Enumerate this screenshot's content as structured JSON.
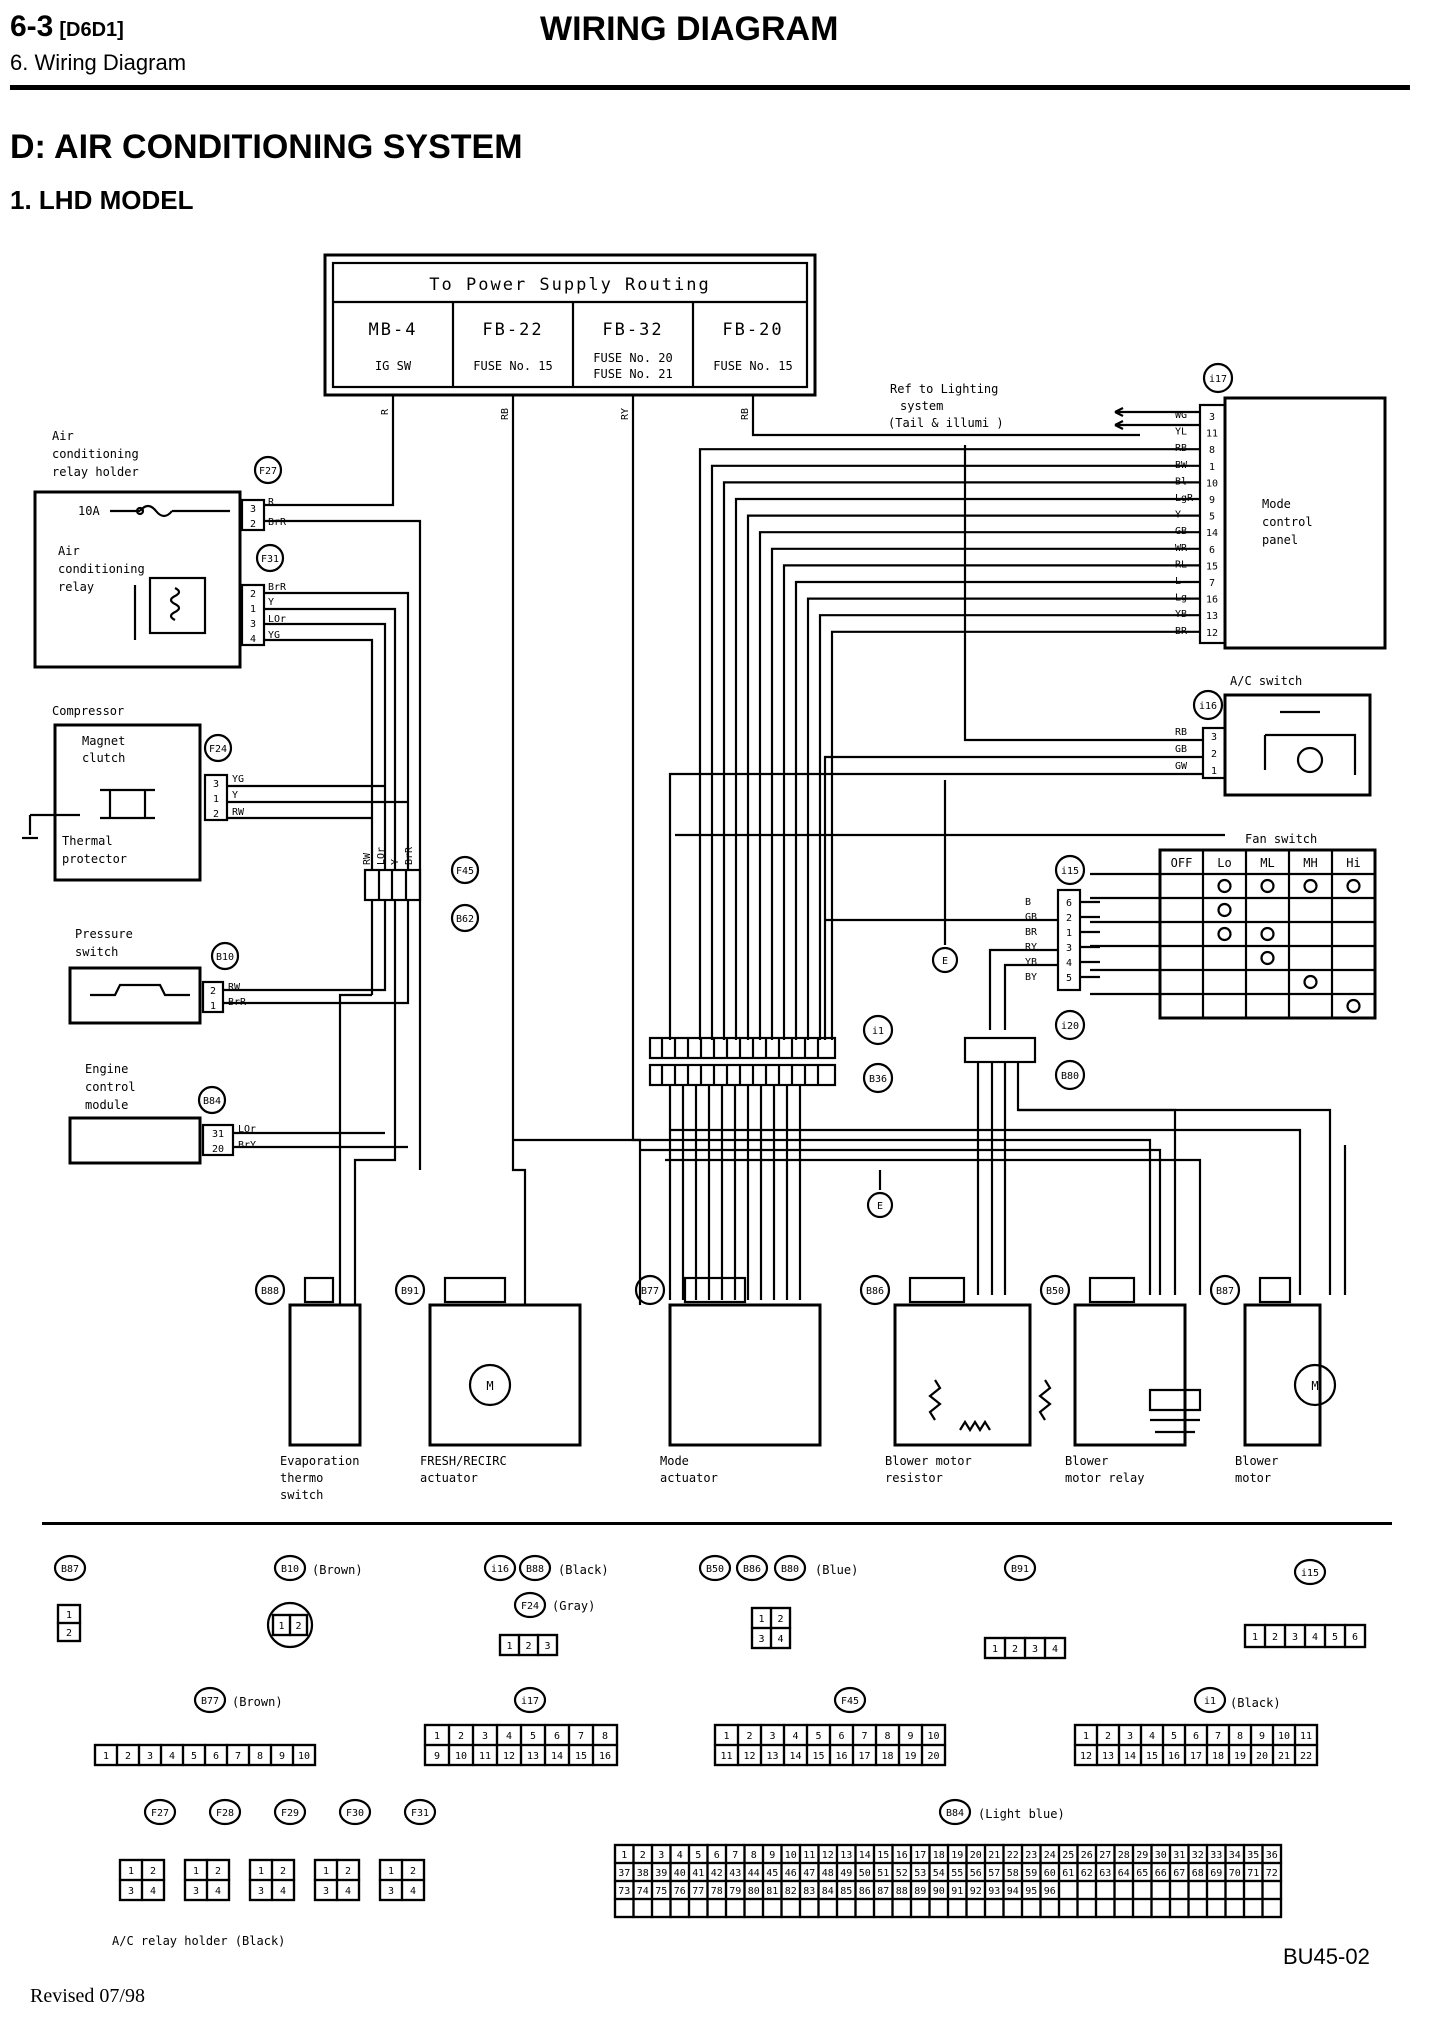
{
  "header": {
    "section_code": "6-3",
    "doc_code": "[D6D1]",
    "subtitle": "6. Wiring Diagram",
    "title": "WIRING DIAGRAM"
  },
  "section": {
    "heading": "D: AIR CONDITIONING SYSTEM",
    "subheading": "1. LHD MODEL"
  },
  "power_supply": {
    "title": "To Power Supply Routing",
    "columns": [
      {
        "code": "MB-4",
        "desc": "IG SW"
      },
      {
        "code": "FB-22",
        "desc": "FUSE No. 15"
      },
      {
        "code": "FB-32",
        "desc": "FUSE No. 20",
        "desc2": "FUSE No. 21"
      },
      {
        "code": "FB-20",
        "desc": "FUSE No. 15"
      }
    ],
    "wires": [
      "R",
      "RB",
      "RY",
      "RB"
    ]
  },
  "left_components": {
    "ac_relay_holder": {
      "label": [
        "Air",
        "conditioning",
        "relay holder"
      ],
      "connector": "F27",
      "fuse": "10A",
      "pins": [
        "3",
        "2"
      ],
      "wires": [
        "R",
        "BrR"
      ]
    },
    "ac_relay": {
      "label": [
        "Air",
        "conditioning",
        "relay"
      ],
      "connector": "F31",
      "pins": [
        "2",
        "1",
        "3",
        "4"
      ],
      "wires": [
        "BrR",
        "Y",
        "LOr",
        "YG"
      ]
    },
    "compressor": {
      "label": "Compressor",
      "clutch": [
        "Magnet",
        "clutch"
      ],
      "protector": [
        "Thermal",
        "protector"
      ],
      "connector": "F24",
      "pins": [
        "3",
        "1",
        "2"
      ],
      "wires": [
        "YG",
        "Y",
        "RW"
      ]
    },
    "joint": {
      "upper": "F45",
      "lower": "B62",
      "wires": [
        "RW",
        "LOr",
        "Y",
        "BrR"
      ]
    },
    "pressure_switch": {
      "label": [
        "Pressure",
        "switch"
      ],
      "connector": "B10",
      "pins": [
        "2",
        "1"
      ],
      "wires": [
        "RW",
        "BrR"
      ]
    },
    "ecm": {
      "label": [
        "Engine",
        "control",
        "module"
      ],
      "connector": "B84",
      "pins": [
        "31",
        "20"
      ],
      "wires": [
        "LOr",
        "BrY"
      ]
    }
  },
  "right_components": {
    "lighting_ref": [
      "Ref to Lighting",
      "system",
      "(Tail & illumi )"
    ],
    "mode_panel": {
      "label": [
        "Mode",
        "control",
        "panel"
      ],
      "connector": "i17",
      "pins": [
        "3",
        "11",
        "8",
        "1",
        "10",
        "9",
        "5",
        "14",
        "6",
        "15",
        "7",
        "16",
        "13",
        "12"
      ],
      "wires": [
        "WG",
        "YL",
        "RB",
        "BW",
        "Bl",
        "LgR",
        "Y",
        "GB",
        "WR",
        "RL",
        "L",
        "Lg",
        "YB",
        "BR"
      ]
    },
    "ac_switch": {
      "label": "A/C switch",
      "connector": "i16",
      "pins": [
        "3",
        "2",
        "1"
      ],
      "wires": [
        "RB",
        "GB",
        "GW"
      ]
    },
    "fan_switch": {
      "label": "Fan switch",
      "connector": "i15",
      "headers": [
        "OFF",
        "Lo",
        "ML",
        "MH",
        "Hi"
      ],
      "pins": [
        "6",
        "2",
        "1",
        "3",
        "4",
        "5"
      ],
      "wires": [
        "B",
        "GB",
        "BR",
        "RY",
        "YB",
        "BY"
      ]
    }
  },
  "mid_connectors": {
    "i1": "i1",
    "b36": "B36",
    "i20": "i20",
    "b80": "B80",
    "ground": "E"
  },
  "bottom_components": [
    {
      "connector": "B88",
      "label": [
        "Evaporation",
        "thermo",
        "switch"
      ]
    },
    {
      "connector": "B91",
      "label": [
        "FRESH/RECIRC",
        "actuator"
      ]
    },
    {
      "connector": "B77",
      "label": [
        "Mode",
        "actuator"
      ]
    },
    {
      "connector": "B86",
      "label": [
        "Blower motor",
        "resistor"
      ]
    },
    {
      "connector": "B50",
      "label": [
        "Blower",
        "motor relay"
      ]
    },
    {
      "connector": "B87",
      "label": [
        "Blower",
        "motor"
      ]
    }
  ],
  "connector_views": {
    "b87": {
      "id": "B87"
    },
    "b10": {
      "id": "B10",
      "color": "(Brown)"
    },
    "i16_b88": {
      "ids": [
        "i16",
        "B88"
      ],
      "color": "(Black)"
    },
    "f24": {
      "id": "F24",
      "color": "(Gray)"
    },
    "b50_b86_b80": {
      "ids": [
        "B50",
        "B86",
        "B80"
      ],
      "color": "(Blue)"
    },
    "b91": {
      "id": "B91"
    },
    "i15": {
      "id": "i15"
    },
    "b77": {
      "id": "B77",
      "color": "(Brown)"
    },
    "i17": {
      "id": "i17"
    },
    "f45": {
      "id": "F45"
    },
    "i1": {
      "id": "i1",
      "color": "(Black)"
    },
    "relay_holder": {
      "ids": [
        "F27",
        "F28",
        "F29",
        "F30",
        "F31"
      ],
      "caption": "A/C relay holder (Black)"
    },
    "b84": {
      "id": "B84",
      "color": "(Light blue)"
    }
  },
  "footer": {
    "revised": "Revised 07/98",
    "figure": "BU45-02"
  }
}
